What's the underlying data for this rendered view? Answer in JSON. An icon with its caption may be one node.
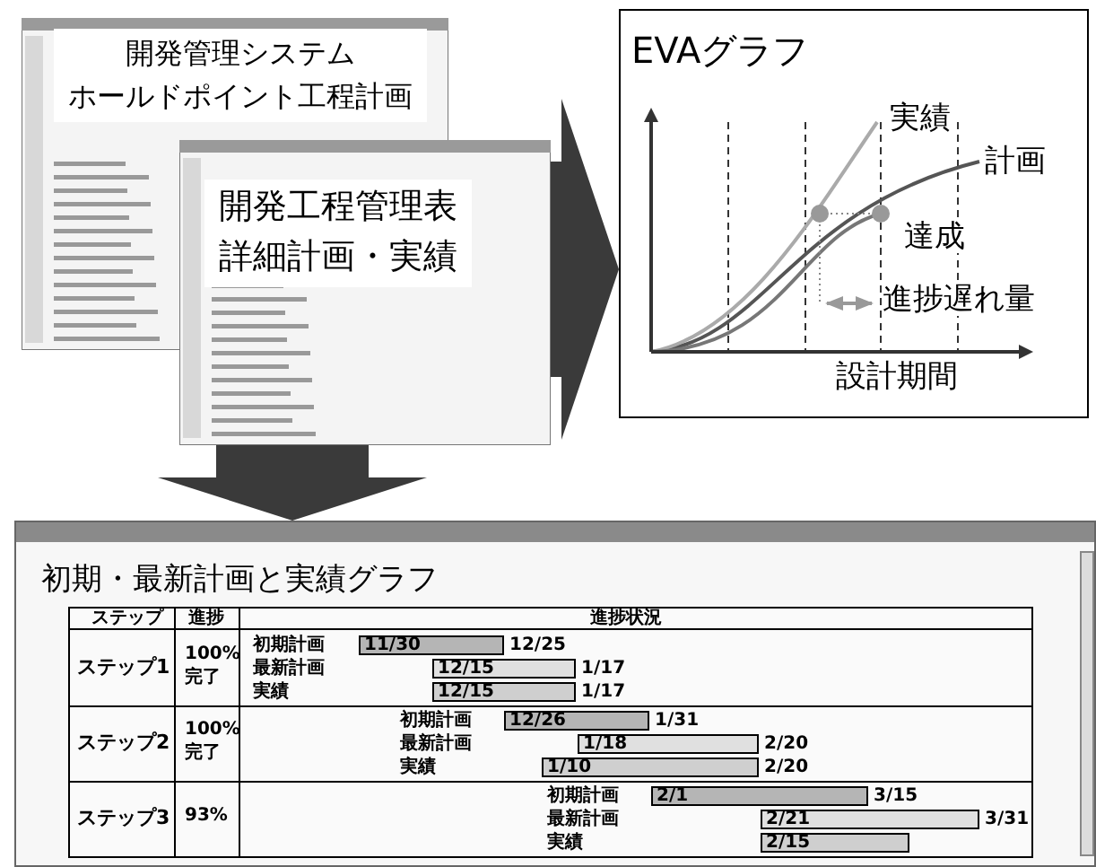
{
  "diagram": {
    "nodes": [
      {
        "text": [
          "開発管理システム",
          "ホールドポイント工程計画"
        ]
      },
      {
        "text": [
          "開発工程管理表",
          "詳細計画・実績"
        ]
      },
      {
        "text": [
          "EVAグラフ"
        ]
      },
      {
        "text": [
          "初期・最新計画と実績グラフ"
        ]
      }
    ],
    "edges": [
      {
        "from": 1,
        "to": 2,
        "arrow": "to"
      },
      {
        "from": 1,
        "to": 3,
        "arrow": "to"
      }
    ],
    "labels": [
      "実績",
      "計画",
      "達成",
      "進捗遅れ量",
      "設計期間",
      "ステップ",
      "進捗",
      "進捗状況",
      "ステップ1",
      "100%",
      "完了",
      "初期計画",
      "11/30",
      "12/25",
      "最新計画",
      "12/15",
      "1/17",
      "実績",
      "12/15",
      "1/17",
      "ステップ2",
      "100%",
      "完了",
      "初期計画",
      "12/26",
      "1/31",
      "最新計画",
      "1/18",
      "2/20",
      "実績",
      "1/10",
      "2/20",
      "ステップ3",
      "93%",
      "初期計画",
      "2/1",
      "3/15",
      "最新計画",
      "2/21",
      "3/31",
      "実績",
      "2/15"
    ]
  }
}
